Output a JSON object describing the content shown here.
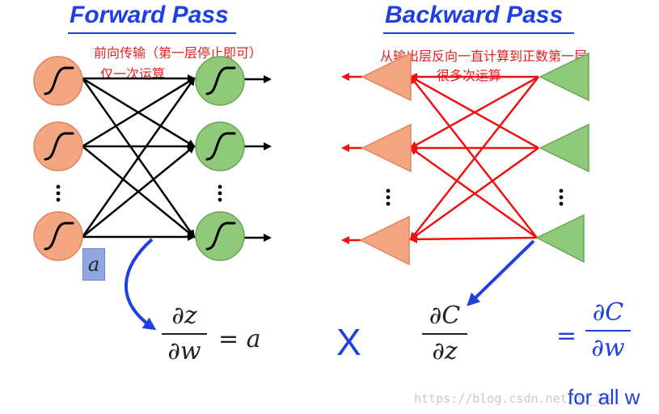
{
  "forward": {
    "title": "Forward Pass",
    "note_line1": "前向传输（第一层停止即可）",
    "note_line2": "仅一次运算",
    "input_label": "a",
    "eq_num": "∂z",
    "eq_den": "∂w",
    "eq_rhs": "= a"
  },
  "backward": {
    "title": "Backward Pass",
    "note_line1": "从输出层反向一直计算到正数第一层",
    "note_line2": "很多次运算",
    "eq_num": "∂C",
    "eq_den": "∂z"
  },
  "times_symbol": "X",
  "result": {
    "eq_prefix": "=",
    "eq_num": "∂C",
    "eq_den": "∂w",
    "for_all": "for all w"
  },
  "watermark": "https://blog.csdn.net/qq_34",
  "colors": {
    "title_blue": "#1f3fe0",
    "note_red": "#e02020",
    "neuron_orange": "#f4a582",
    "neuron_green": "#8fc97a",
    "backward_edge_red": "#ee1111",
    "forward_edge": "#000000"
  }
}
